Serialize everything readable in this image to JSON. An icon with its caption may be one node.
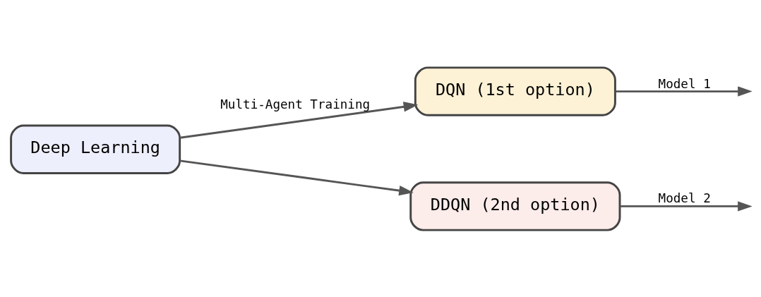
{
  "diagram": {
    "nodes": [
      {
        "text": [
          "Deep Learning"
        ]
      },
      {
        "text": [
          "DQN (1st option)"
        ]
      },
      {
        "text": [
          "DDQN (2nd option)"
        ]
      }
    ],
    "edges": [
      {
        "from": 0,
        "to": 1,
        "arrow": "to",
        "label": "Multi-Agent Training"
      },
      {
        "from": 0,
        "to": 2,
        "arrow": "to"
      },
      {
        "from": 1,
        "to": null,
        "arrow": "to",
        "label": "Model 1"
      },
      {
        "from": 2,
        "to": null,
        "arrow": "to",
        "label": "Model 2"
      }
    ]
  }
}
